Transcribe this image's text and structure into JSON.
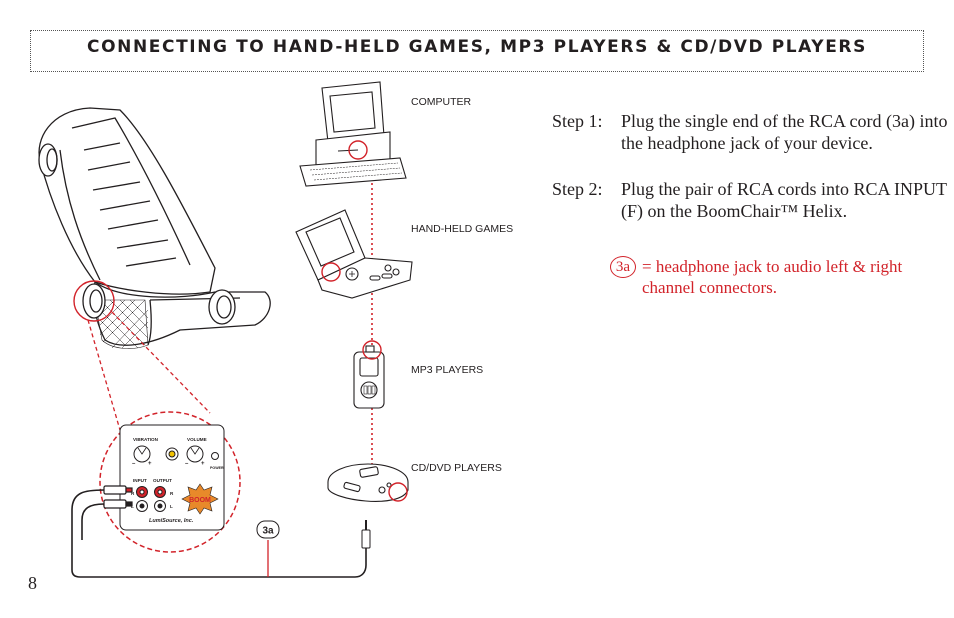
{
  "header": {
    "title": "CONNECTING TO HAND-HELD GAMES, MP3 PLAYERS & CD/DVD PLAYERS"
  },
  "devices": {
    "computer": "COMPUTER",
    "handheld": "HAND-HELD GAMES",
    "mp3": "MP3 PLAYERS",
    "cd": "CD/DVD PLAYERS"
  },
  "steps": [
    {
      "label": "Step 1:",
      "text": "Plug the single end of the RCA cord (3a) into the headphone jack of your device."
    },
    {
      "label": "Step 2:",
      "text": "Plug the pair of RCA cords into RCA INPUT (F) on the BoomChair™ Helix."
    }
  ],
  "legend": {
    "badge": "3a",
    "text": "= headphone jack to audio left & right channel connectors."
  },
  "callout": {
    "badge": "3a"
  },
  "panel": {
    "vibration": "VIBRATION",
    "volume": "VOLUME",
    "power": "POWER",
    "input": "INPUT",
    "output": "OUTPUT",
    "r": "R",
    "l": "L",
    "minus": "–",
    "plus": "+",
    "brand": "LumiSource, Inc.",
    "logo": "BOOM"
  },
  "page": {
    "number": "8"
  },
  "colors": {
    "accent": "#d2232a",
    "ink": "#231f20"
  }
}
